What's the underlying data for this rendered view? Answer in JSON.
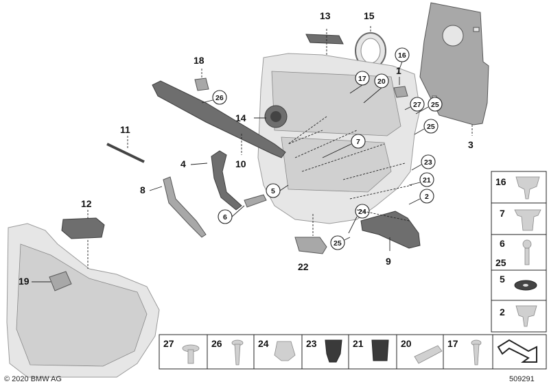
{
  "labels": {
    "p1": "1",
    "p2": "2",
    "p3": "3",
    "p4": "4",
    "p5": "5",
    "p6": "6",
    "p7": "7",
    "p8": "8",
    "p9": "9",
    "p10": "10",
    "p11": "11",
    "p12": "12",
    "p13": "13",
    "p14": "14",
    "p15": "15",
    "p16": "16",
    "p17": "17",
    "p18": "18",
    "p19": "19",
    "p20": "20",
    "p21": "21",
    "p22": "22",
    "p23": "23",
    "p24": "24",
    "p25": "25",
    "p26": "26",
    "p27": "27"
  },
  "side_legend": [
    "16",
    "7",
    "6",
    "25",
    "5",
    "2"
  ],
  "bottom_legend": [
    "27",
    "26",
    "24",
    "23",
    "21",
    "20",
    "17"
  ],
  "footer": {
    "copyright": "© 2020 BMW AG",
    "diagram_number": "509291"
  }
}
